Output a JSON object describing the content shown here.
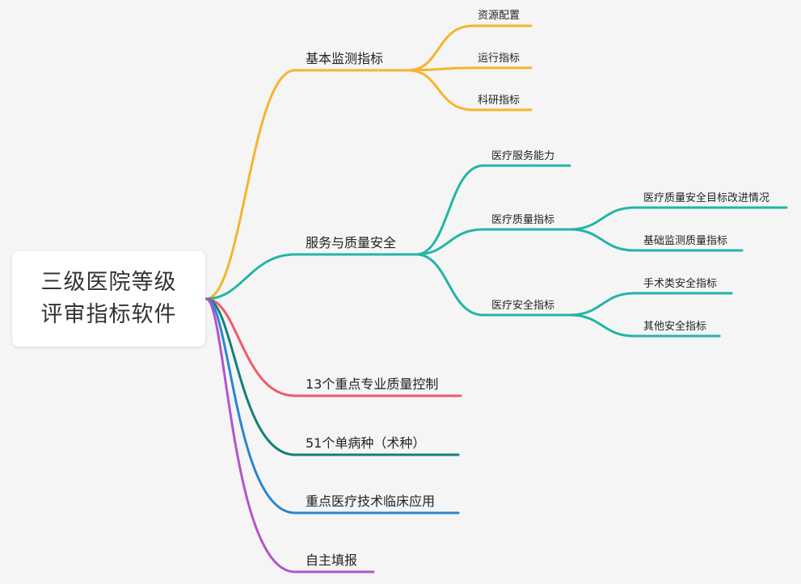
{
  "root": {
    "line1": "三级医院等级",
    "line2": "评审指标软件"
  },
  "colors": {
    "yellow": "#f5b52e",
    "teal": "#22b5a8",
    "red": "#ef5a6a",
    "dark_teal": "#12807a",
    "blue": "#2b86cf",
    "purple": "#b255cc"
  },
  "branches": {
    "basic": {
      "label": "基本监测指标",
      "children": [
        "资源配置",
        "运行指标",
        "科研指标"
      ]
    },
    "service": {
      "label": "服务与质量安全",
      "capacity": "医疗服务能力",
      "quality": {
        "label": "医疗质量指标",
        "children": [
          "医疗质量安全目标改进情况",
          "基础监测质量指标"
        ]
      },
      "safety": {
        "label": "医疗安全指标",
        "children": [
          "手术类安全指标",
          "其他安全指标"
        ]
      }
    },
    "specialty": {
      "label": "13个重点专业质量控制"
    },
    "single_disease": {
      "label": "51个单病种（术种）"
    },
    "tech": {
      "label": "重点医疗技术临床应用"
    },
    "self_report": {
      "label": "自主填报"
    }
  }
}
